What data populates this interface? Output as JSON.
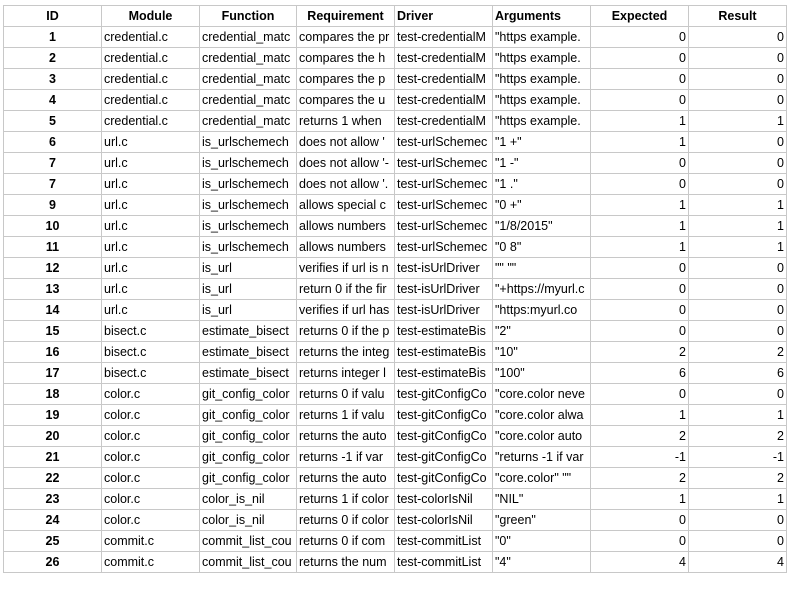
{
  "headers": [
    "ID",
    "Module",
    "Function",
    "Requirement",
    "Driver",
    "Arguments",
    "Expected",
    "Result"
  ],
  "rows": [
    [
      "1",
      "credential.c",
      "credential_matc",
      "compares the pr",
      "test-credentialM",
      "\"https example.",
      "0",
      "0"
    ],
    [
      "2",
      "credential.c",
      "credential_matc",
      "compares the h",
      "test-credentialM",
      "\"https example.",
      "0",
      "0"
    ],
    [
      "3",
      "credential.c",
      "credential_matc",
      "compares the p",
      "test-credentialM",
      "\"https example.",
      "0",
      "0"
    ],
    [
      "4",
      "credential.c",
      "credential_matc",
      "compares the u",
      "test-credentialM",
      "\"https example.",
      "0",
      "0"
    ],
    [
      "5",
      "credential.c",
      "credential_matc",
      "returns 1 when",
      "test-credentialM",
      "\"https example.",
      "1",
      "1"
    ],
    [
      "6",
      "url.c",
      "is_urlschemech",
      "does not allow '",
      "test-urlSchemec",
      "\"1 +\"",
      "1",
      "0"
    ],
    [
      "7",
      "url.c",
      "is_urlschemech",
      "does not allow '-",
      "test-urlSchemec",
      "\"1 -\"",
      "0",
      "0"
    ],
    [
      "7",
      "url.c",
      "is_urlschemech",
      "does not allow '.",
      "test-urlSchemec",
      "\"1 .\"",
      "0",
      "0"
    ],
    [
      "9",
      "url.c",
      "is_urlschemech",
      "allows special c",
      "test-urlSchemec",
      "\"0 +\"",
      "1",
      "1"
    ],
    [
      "10",
      "url.c",
      "is_urlschemech",
      "allows numbers",
      "test-urlSchemec",
      "\"1/8/2015\"",
      "1",
      "1"
    ],
    [
      "11",
      "url.c",
      "is_urlschemech",
      "allows numbers",
      "test-urlSchemec",
      "\"0 8\"",
      "1",
      "1"
    ],
    [
      "12",
      "url.c",
      "is_url",
      "verifies if url is n",
      "test-isUrlDriver",
      "\"\" \"\"",
      "0",
      "0"
    ],
    [
      "13",
      "url.c",
      "is_url",
      "return 0 if the fir",
      "test-isUrlDriver",
      "\"+https://myurl.c",
      "0",
      "0"
    ],
    [
      "14",
      "url.c",
      "is_url",
      "verifies if url has",
      "test-isUrlDriver",
      "\"https:myurl.co",
      "0",
      "0"
    ],
    [
      "15",
      "bisect.c",
      "estimate_bisect",
      "returns 0 if the p",
      "test-estimateBis",
      "\"2\"",
      "0",
      "0"
    ],
    [
      "16",
      "bisect.c",
      "estimate_bisect",
      "returns the integ",
      "test-estimateBis",
      "\"10\"",
      "2",
      "2"
    ],
    [
      "17",
      "bisect.c",
      "estimate_bisect",
      "returns integer l",
      "test-estimateBis",
      "\"100\"",
      "6",
      "6"
    ],
    [
      "18",
      "color.c",
      "git_config_color",
      "returns 0 if valu",
      "test-gitConfigCo",
      "\"core.color neve",
      "0",
      "0"
    ],
    [
      "19",
      "color.c",
      "git_config_color",
      "returns 1 if valu",
      "test-gitConfigCo",
      "\"core.color alwa",
      "1",
      "1"
    ],
    [
      "20",
      "color.c",
      "git_config_color",
      "returns the auto",
      "test-gitConfigCo",
      "\"core.color auto",
      "2",
      "2"
    ],
    [
      "21",
      "color.c",
      "git_config_color",
      "returns -1 if var",
      "test-gitConfigCo",
      "\"returns -1 if var",
      "-1",
      "-1"
    ],
    [
      "22",
      "color.c",
      "git_config_color",
      "returns the auto",
      "test-gitConfigCo",
      "\"core.color\" \"\"",
      "2",
      "2"
    ],
    [
      "23",
      "color.c",
      "color_is_nil",
      "returns 1 if color",
      "test-colorIsNil",
      "\"NIL\"",
      "1",
      "1"
    ],
    [
      "24",
      "color.c",
      "color_is_nil",
      "returns 0 if color",
      "test-colorIsNil",
      "\"green\"",
      "0",
      "0"
    ],
    [
      "25",
      "commit.c",
      "commit_list_cou",
      "returns 0 if com",
      "test-commitList",
      "\"0\"",
      "0",
      "0"
    ],
    [
      "26",
      "commit.c",
      "commit_list_cou",
      "returns the num",
      "test-commitList",
      "\"4\"",
      "4",
      "4"
    ]
  ]
}
